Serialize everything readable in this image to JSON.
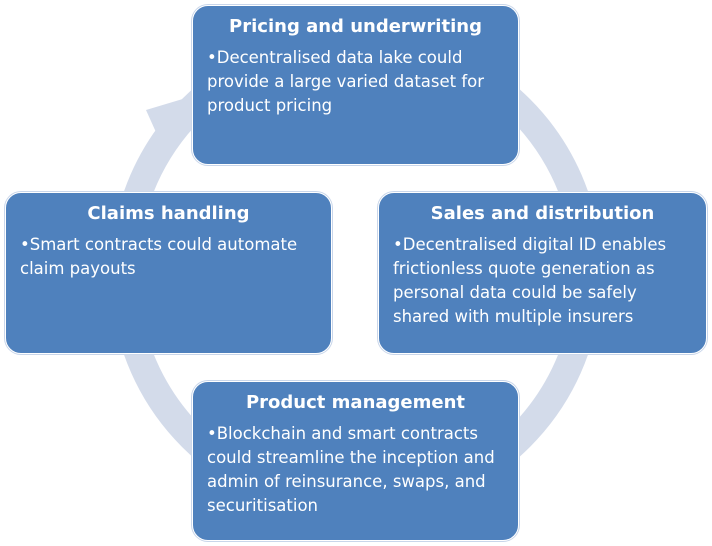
{
  "colors": {
    "node_fill": "#4f81bd",
    "ring": "#d3dbea",
    "text": "#ffffff"
  },
  "nodes": {
    "pricing": {
      "title": "Pricing and underwriting",
      "body": "•Decentralised data lake could provide a large varied dataset for product pricing"
    },
    "sales": {
      "title": "Sales and distribution",
      "body": "•Decentralised digital ID enables frictionless quote generation as personal data could be safely shared with multiple insurers"
    },
    "product": {
      "title": "Product management",
      "body": "•Blockchain and smart contracts could streamline the inception and admin of reinsurance, swaps, and securitisation"
    },
    "claims": {
      "title": "Claims handling",
      "body": "•Smart contracts could automate claim payouts"
    }
  }
}
